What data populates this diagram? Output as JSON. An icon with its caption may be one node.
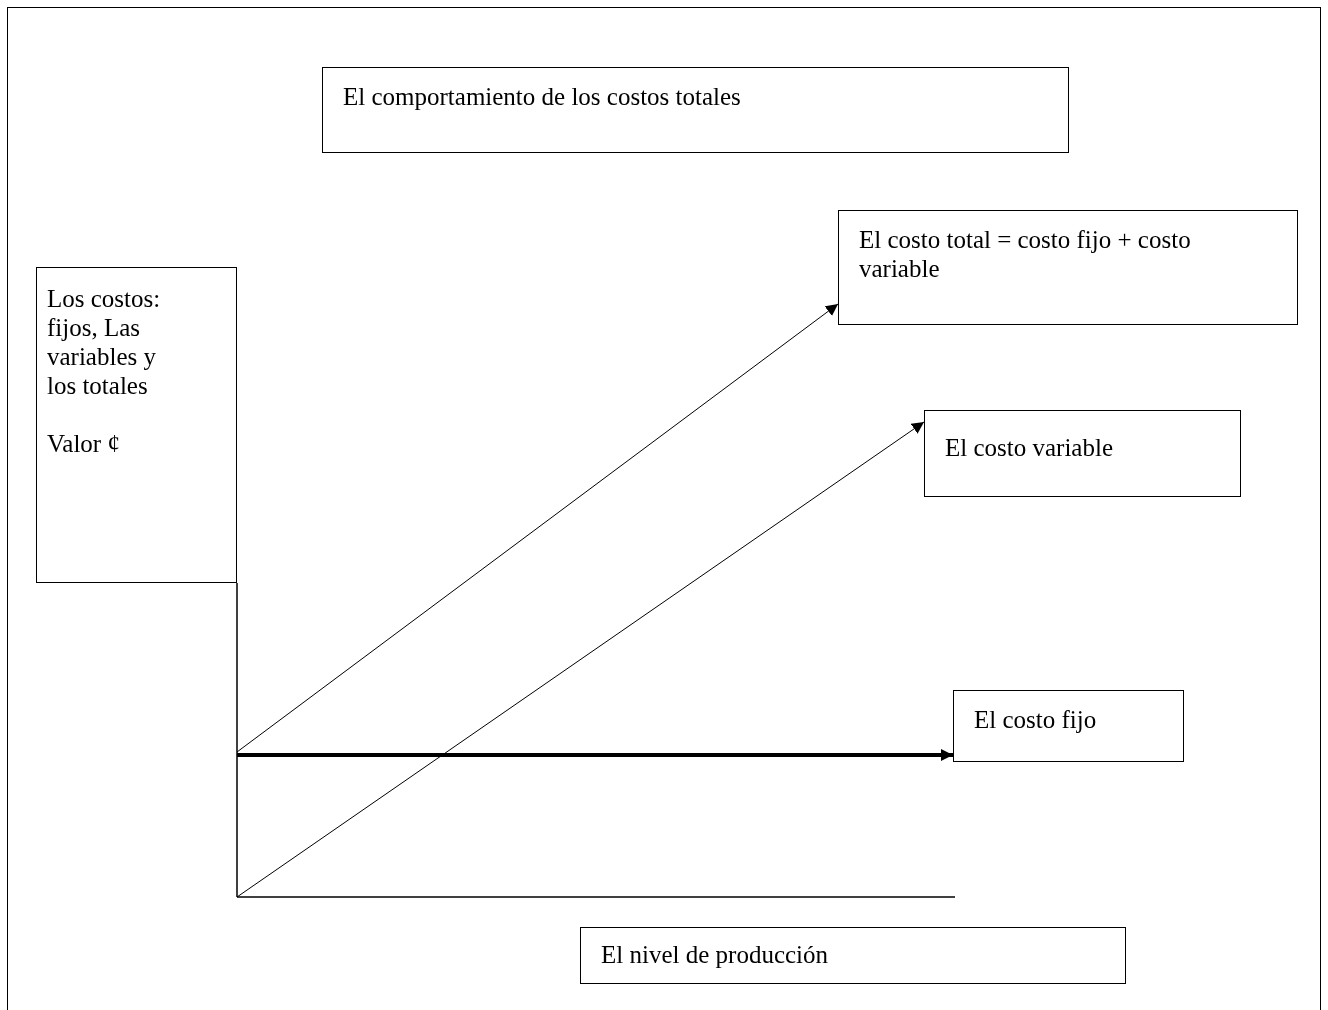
{
  "diagram": {
    "nodes": [
      {
        "text": [
          "El comportamiento de los costos totales"
        ]
      },
      {
        "text": [
          "Los costos: fijos, Las variables y los totales",
          "Valor ¢"
        ]
      },
      {
        "text": [
          "El costo total = costo fijo + costo variable"
        ]
      },
      {
        "text": [
          "El costo variable"
        ]
      },
      {
        "text": [
          "El costo fijo"
        ]
      },
      {
        "text": [
          "El nivel de producción"
        ]
      }
    ],
    "edges": [
      {
        "from": null,
        "to": 2,
        "arrow": "to"
      },
      {
        "from": null,
        "to": 3,
        "arrow": "to"
      },
      {
        "from": null,
        "to": 4,
        "arrow": "to",
        "style": "thick"
      }
    ]
  }
}
